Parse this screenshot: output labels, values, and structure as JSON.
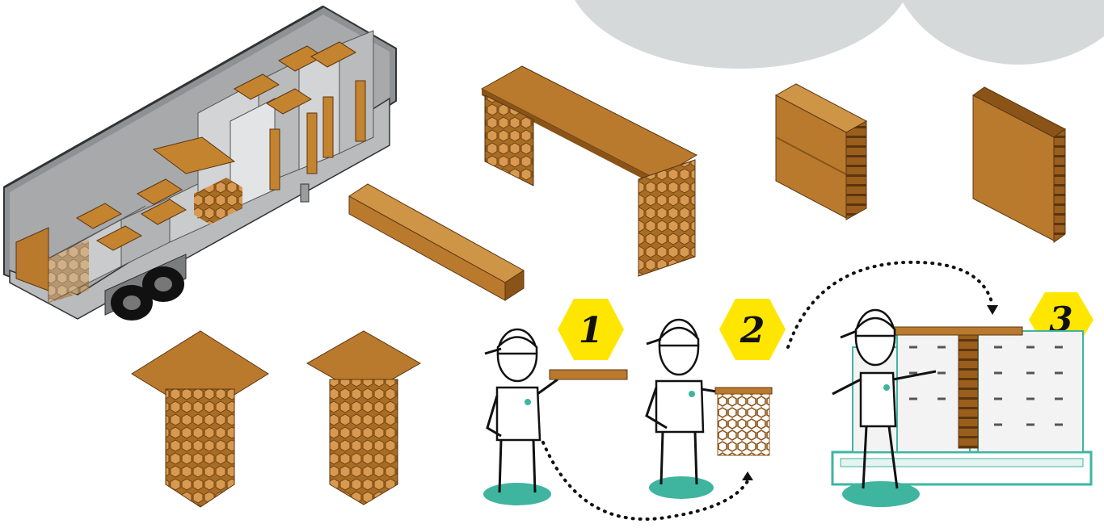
{
  "colors": {
    "kraft": "#b97a2e",
    "kraft_dark": "#8a5418",
    "kraft_light": "#cf9546",
    "cell": "#d79a50",
    "badge": "#ffe600",
    "cloud": "#d6d9da",
    "trailer_wall": "#9ea1a3",
    "trailer_floor": "#bdbfc1",
    "box": "#cfd1d3",
    "worker_shadow": "#3fb5a0",
    "arrow": "#111111"
  },
  "steps": [
    {
      "label": "1"
    },
    {
      "label": "2"
    },
    {
      "label": "3"
    }
  ],
  "icons": {
    "trailer": "trailer-icon",
    "worker": "worker-icon",
    "arrow": "dotted-arrow-icon"
  }
}
